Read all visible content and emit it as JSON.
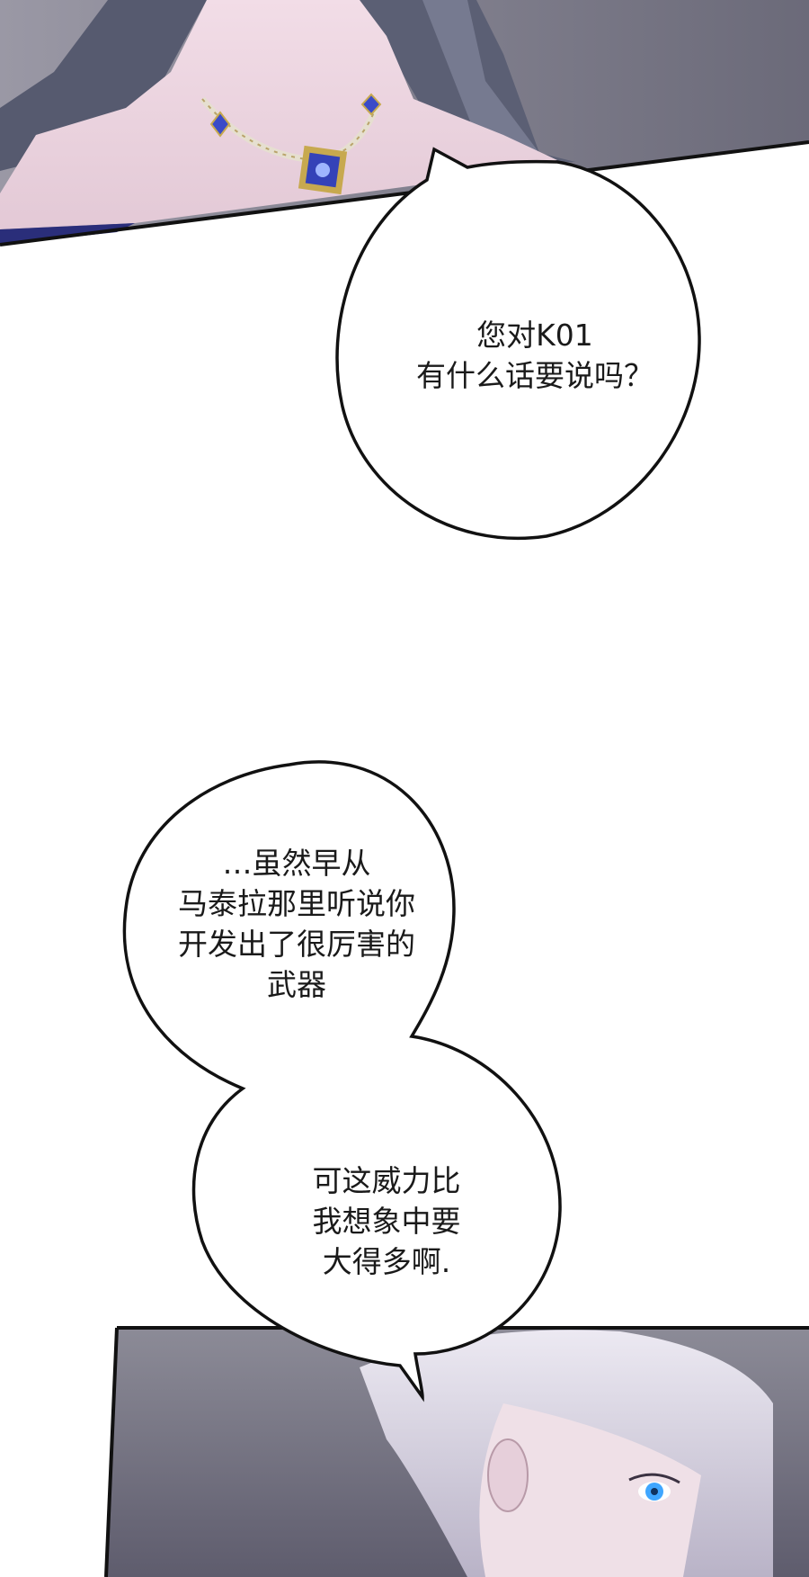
{
  "bubbles": {
    "question": {
      "lines": [
        "您对K01",
        "有什么话要说吗？"
      ]
    },
    "statement_top": {
      "lines": [
        "…虽然早从",
        "马泰拉那里听说你",
        "开发出了很厉害的",
        "武器"
      ]
    },
    "statement_bottom": {
      "lines": [
        "可这威力比",
        "我想象中要",
        "大得多啊."
      ]
    }
  },
  "colors": {
    "page_bg": "#ffffff",
    "panel_bg_top": "#8b8b95",
    "panel_bg_bottom": "#6f6d7e",
    "skin": "#e9d2dd",
    "hair_dark": "#5a5d72",
    "hair_light": "#e3e0ea",
    "dress": "#2b2f7c",
    "sapphire": "#3a4bc8",
    "eye_blue": "#3fa6ff"
  }
}
